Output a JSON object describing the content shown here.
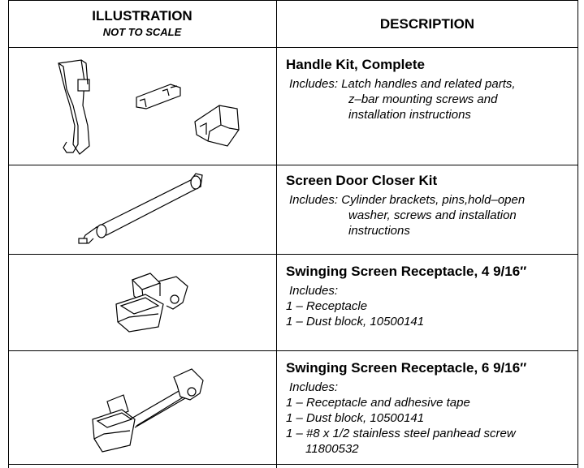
{
  "header": {
    "illustration": "ILLUSTRATION",
    "not_to_scale": "NOT TO SCALE",
    "description": "DESCRIPTION"
  },
  "rows": [
    {
      "title": "Handle Kit, Complete",
      "includes_label": "Includes:",
      "includes_first": "Latch handles and related parts,",
      "includes_rest": [
        "z–bar mounting screws and",
        "installation instructions"
      ],
      "illustration_icon": "handle-kit-drawing"
    },
    {
      "title": "Screen Door Closer Kit",
      "includes_label": "Includes:",
      "includes_first": "Cylinder brackets, pins,hold–open",
      "includes_rest": [
        "washer, screws and installation",
        "instructions"
      ],
      "illustration_icon": "door-closer-drawing"
    },
    {
      "title": "Swinging Screen Receptacle, 4 9/16″",
      "includes_label": "Includes:",
      "items": [
        "1 – Receptacle",
        "1 – Dust block, 10500141"
      ],
      "illustration_icon": "receptacle-drawing"
    },
    {
      "title": "Swinging Screen Receptacle, 6 9/16″",
      "includes_label": "Includes:",
      "items": [
        "1 – Receptacle and adhesive tape",
        "1 – Dust block, 10500141",
        "1 – #8 x 1/2 stainless steel panhead screw",
        "11800532"
      ],
      "illustration_icon": "long-receptacle-drawing"
    }
  ]
}
